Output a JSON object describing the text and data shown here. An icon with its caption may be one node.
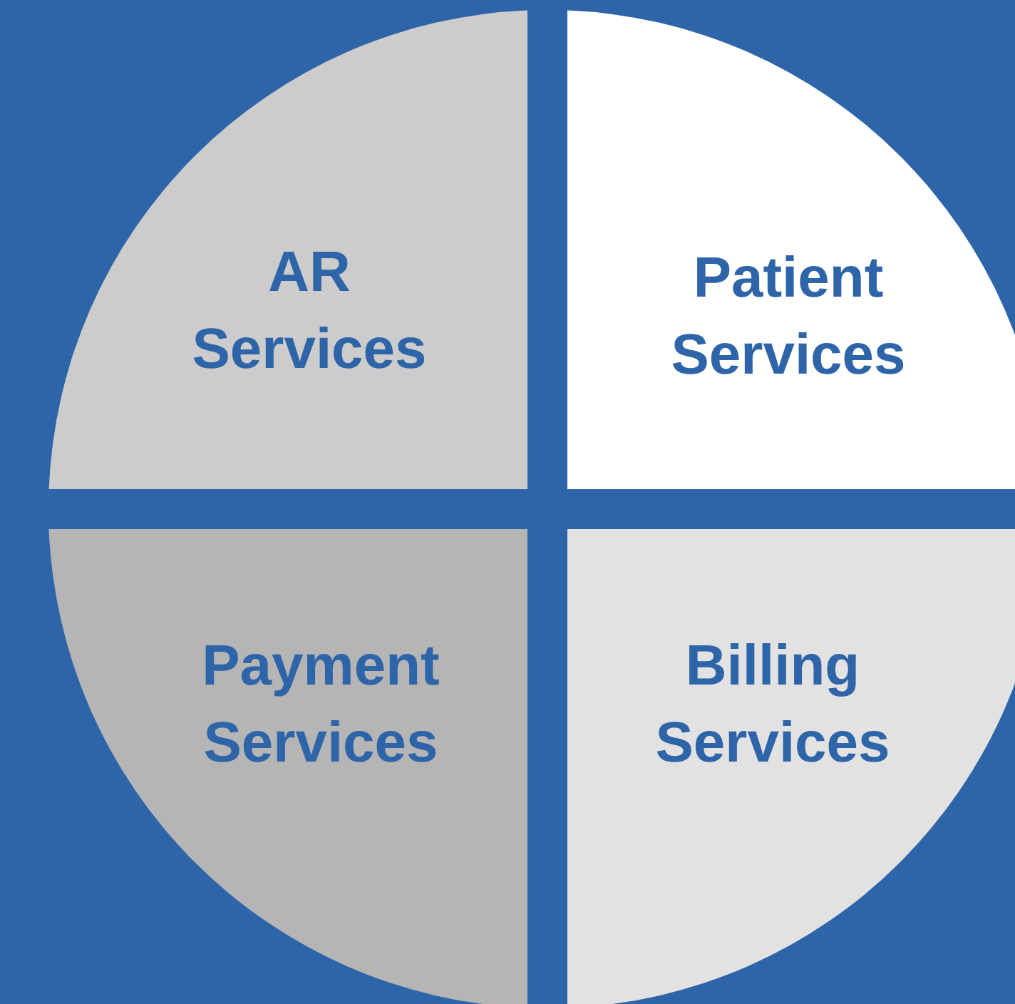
{
  "diagram": {
    "nodes": [
      {
        "text": [
          "AR Services"
        ]
      },
      {
        "text": [
          "Patient Services"
        ]
      },
      {
        "text": [
          "Payment Services"
        ]
      },
      {
        "text": [
          "Billing Services"
        ]
      }
    ]
  }
}
